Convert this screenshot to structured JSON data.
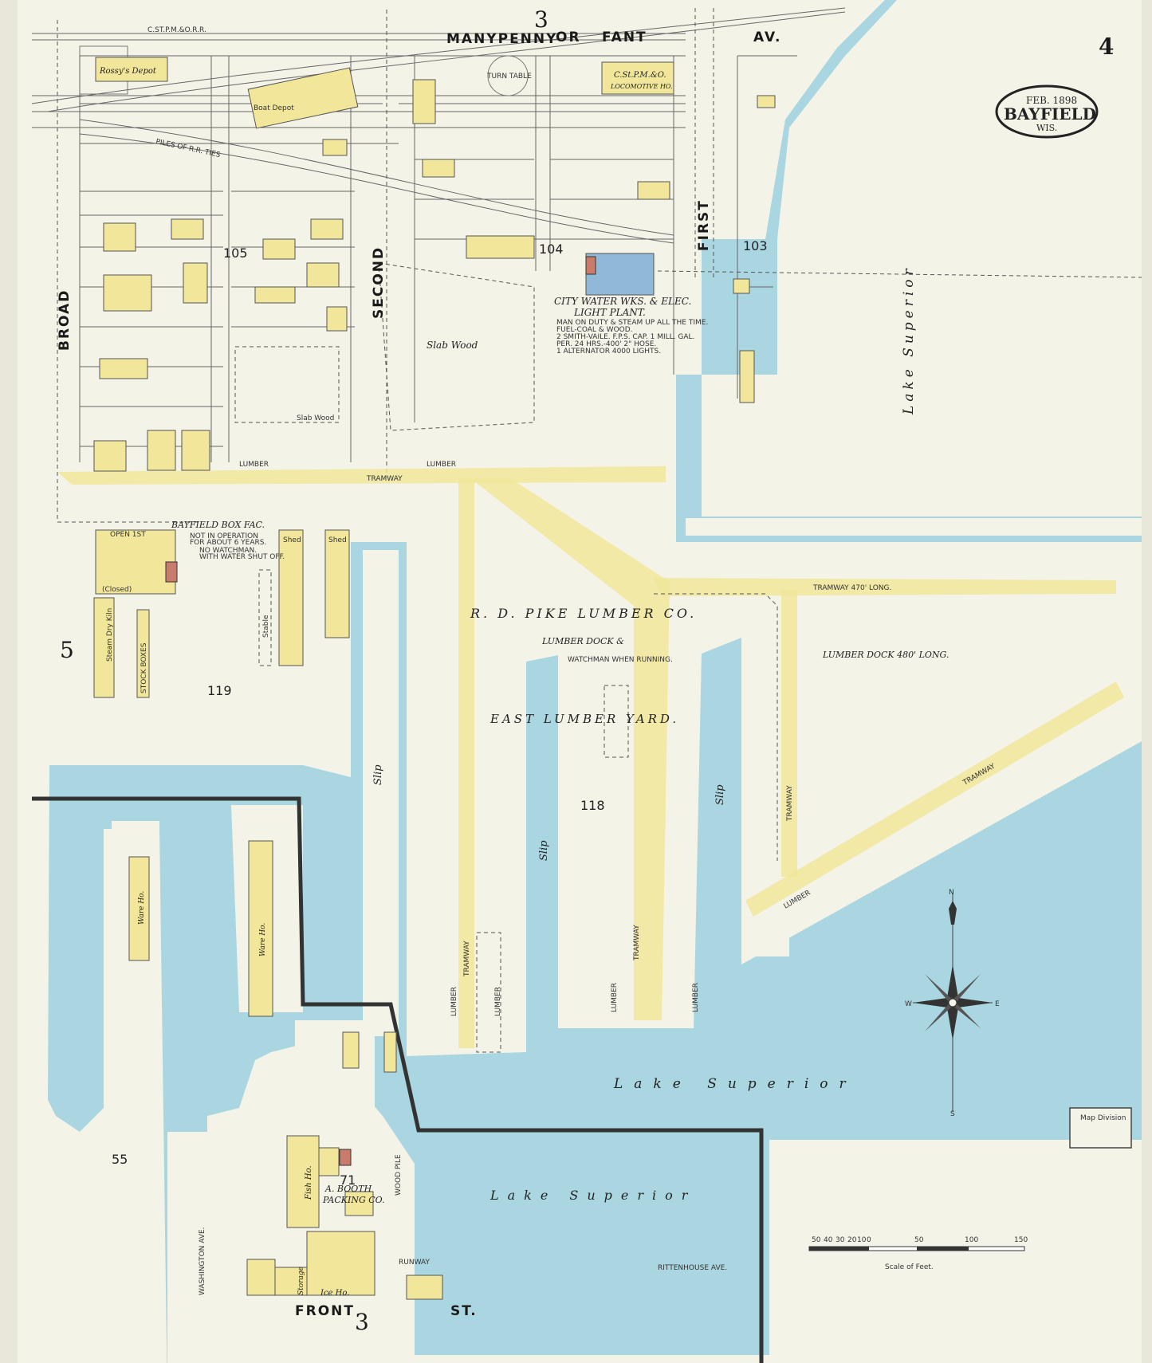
{
  "sheet": {
    "number": "4",
    "badge_date": "FEB. 1898",
    "badge_city": "BAYFIELD",
    "badge_state": "WIS."
  },
  "streets": {
    "manypenny": "MANYPENNY",
    "or": "OR",
    "fant": "FANT",
    "av": "AV.",
    "broad": "BROAD",
    "second": "SECOND",
    "first": "FIRST",
    "front": "FRONT",
    "st": "ST.",
    "washington": "WASHINGTON AVE.",
    "rittenhouse": "RITTENHOUSE AVE.",
    "railroad": "C.ST.P.M.&O.R.R."
  },
  "sheet_refs": {
    "top": "3",
    "bottom": "3",
    "left": "5"
  },
  "blocks": [
    "103",
    "104",
    "105",
    "119",
    "118",
    "55",
    "71"
  ],
  "labels": {
    "rossys_depot": "Rossy's Depot",
    "locomotive": "C.St.P.M.&O.",
    "locomotive2": "LOCOMOTIVE HO.",
    "turn_table": "TURN TABLE",
    "boat_depot": "Boat Depot",
    "piles": "PILES OF R.R. TIES",
    "water_works": "CITY WATER WKS. & ELEC.",
    "light_plant": "LIGHT PLANT.",
    "water_works_notes": [
      "MAN ON DUTY & STEAM UP ALL THE TIME.",
      "FUEL-COAL & WOOD.",
      "2 SMITH-VAILE. F.P.S. CAP. 1 MILL. GAL.",
      "PER. 24 HRS.-400' 2\" HOSE.",
      "1 ALTERNATOR 4000 LIGHTS."
    ],
    "slab_wood": "Slab Wood",
    "slab_wood2": "Slab Wood",
    "lumber": "LUMBER",
    "tramway": "TRAMWAY",
    "tramway_long": "TRAMWAY 470' LONG.",
    "box_factory": "BAYFIELD BOX FAC.",
    "box_notes": [
      "NOT IN OPERATION",
      "FOR ABOUT 6 YEARS.",
      "NO WATCHMAN.",
      "WITH WATER SHUT OFF."
    ],
    "pike": "R. D. PIKE   LUMBER   CO.",
    "lumber_dock": "LUMBER DOCK &",
    "watchman": "WATCHMAN WHEN RUNNING.",
    "east_yard": "EAST   LUMBER   YARD.",
    "lumber_dock_long": "LUMBER DOCK 480' LONG.",
    "slip": "Slip",
    "lake_superior": "Lake Superior",
    "booth": "A. BOOTH",
    "packing": "PACKING CO.",
    "fish_ho": "Fish Ho.",
    "ice_ho": "Ice Ho.",
    "ware_ho": "Ware Ho.",
    "storage": "Storage",
    "shed": "Shed",
    "stable": "Stable",
    "dry_kiln": "Steam Dry Kiln",
    "stock_boxes": "STOCK BOXES",
    "open_1st": "OPEN 1ST",
    "closed": "(Closed)",
    "wood_pile": "WOOD PILE",
    "runway": "RUNWAY",
    "scale": "Scale of Feet.",
    "scale_ticks": [
      "50",
      "40",
      "30",
      "20",
      "10",
      "0",
      "50",
      "100",
      "150"
    ],
    "compass_n": "N",
    "compass_s": "S",
    "compass_e": "E",
    "compass_w": "W",
    "stamp": "Map Division"
  },
  "colors": {
    "paper": "#f4f3e8",
    "frame": "#e9e6da",
    "building": "#f1e69a",
    "water": "#a9d6e1",
    "ink": "#222222",
    "brick": "#c97c6c",
    "blue_bld": "#8fb9d6"
  }
}
